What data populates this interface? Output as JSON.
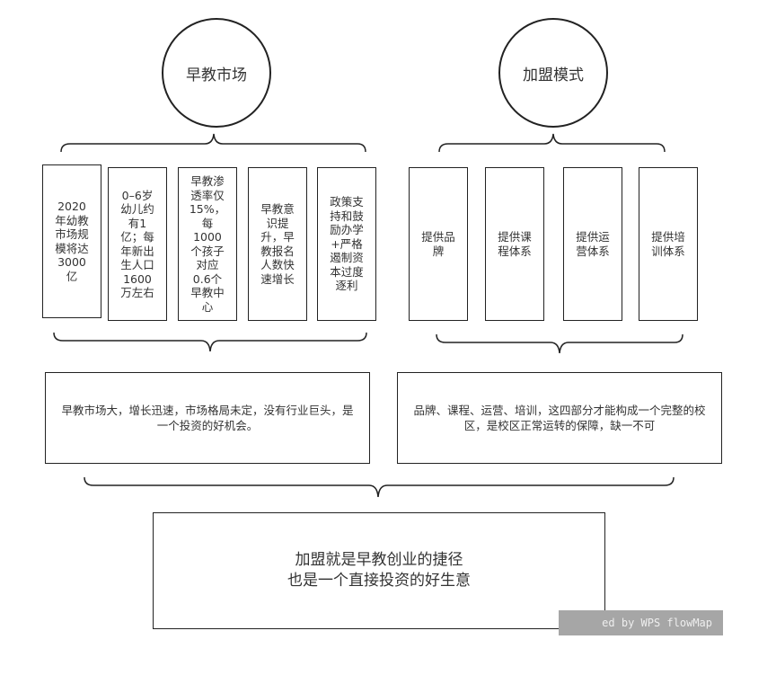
{
  "left_circle": {
    "label": "早教市场"
  },
  "right_circle": {
    "label": "加盟模式"
  },
  "left_boxes": [
    {
      "text": "2020\n年幼教\n市场规\n模将达\n3000\n亿"
    },
    {
      "text": "0–6岁\n幼儿约\n有1\n亿；每\n年新出\n生人口\n1600\n万左右"
    },
    {
      "text": "早教渗\n透率仅\n15%，\n每\n1000\n个孩子\n对应\n0.6个\n早教中\n心"
    },
    {
      "text": "早教意\n识提\n升，早\n教报名\n人数快\n速增长"
    },
    {
      "text": "政策支\n持和鼓\n励办学\n+严格\n遏制资\n本过度\n逐利"
    }
  ],
  "right_boxes": [
    {
      "text": "提供品\n牌"
    },
    {
      "text": "提供课\n程体系"
    },
    {
      "text": "提供运\n营体系"
    },
    {
      "text": "提供培\n训体系"
    }
  ],
  "left_summary": {
    "text": "早教市场大，增长迅速，市场格局未定，没有行业巨头，是\n一个投资的好机会。"
  },
  "right_summary": {
    "text": "品牌、课程、运营、培训，这四部分才能构成一个完整的校\n区，是校区正常运转的保障，缺一不可"
  },
  "conclusion": {
    "text": "加盟就是早教创业的捷径\n也是一个直接投资的好生意"
  },
  "watermark": {
    "text": "ed by WPS flowMap"
  }
}
